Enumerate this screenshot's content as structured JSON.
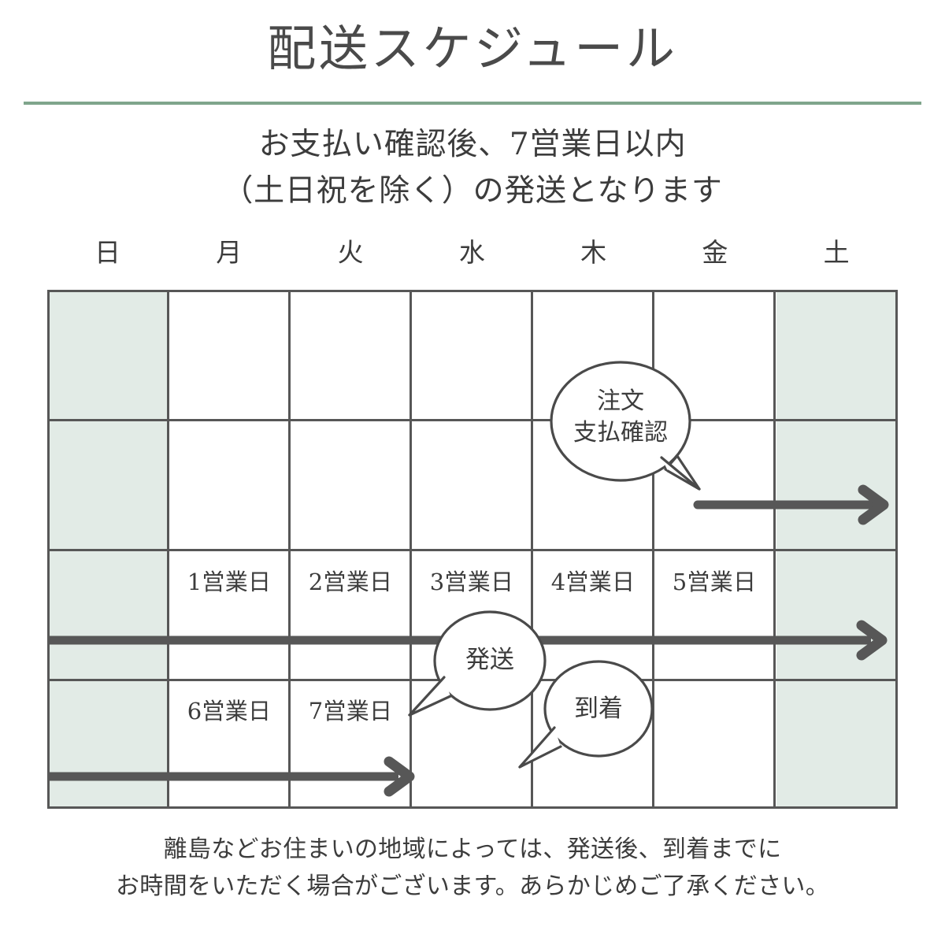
{
  "header": {
    "title": "配送スケジュール",
    "subtitle_lines": [
      "お支払い確認後、7営業日以内",
      "（土日祝を除く）の発送となります"
    ],
    "rule_color": "#7fa58c"
  },
  "calendar": {
    "weekdays": [
      {
        "label": "日",
        "type": "weekend"
      },
      {
        "label": "月",
        "type": "weekday"
      },
      {
        "label": "火",
        "type": "weekday"
      },
      {
        "label": "水",
        "type": "weekday"
      },
      {
        "label": "木",
        "type": "weekday"
      },
      {
        "label": "金",
        "type": "weekday"
      },
      {
        "label": "土",
        "type": "weekend"
      }
    ],
    "weekend_fill": "#e2ebe6",
    "weekday_fill": "#ffffff",
    "grid_line_color": "#575757",
    "rows": 4,
    "day_labels": [
      {
        "text": "1営業日",
        "column": "月",
        "row": 3
      },
      {
        "text": "2営業日",
        "column": "火",
        "row": 3
      },
      {
        "text": "3営業日",
        "column": "水",
        "row": 3
      },
      {
        "text": "4営業日",
        "column": "木",
        "row": 3
      },
      {
        "text": "5営業日",
        "column": "金",
        "row": 3
      },
      {
        "text": "6営業日",
        "column": "月",
        "row": 4
      },
      {
        "text": "7営業日",
        "column": "火",
        "row": 4
      }
    ],
    "bubbles": [
      {
        "id": "order-payment",
        "lines": [
          "注文",
          "支払確認"
        ],
        "column": "木",
        "tail_direction": "down-right"
      },
      {
        "id": "shipped",
        "lines": [
          "発送"
        ],
        "column": "水",
        "tail_direction": "down-left"
      },
      {
        "id": "arrival",
        "lines": [
          "到着"
        ],
        "column": "木",
        "tail_direction": "down-left"
      }
    ],
    "arrows": [
      {
        "id": "week1-arrow",
        "from_column": "金",
        "to_column": "土",
        "row": 2
      },
      {
        "id": "week2-arrow",
        "from_column": "日",
        "to_column": "土",
        "row": 3
      },
      {
        "id": "week3-arrow",
        "from_column": "日",
        "to_column": "火",
        "row": 4
      }
    ],
    "arrow_color": "#575757"
  },
  "footer": {
    "lines": [
      "離島などお住まいの地域によっては、発送後、到着までに",
      "お時間をいただく場合がございます。あらかじめご了承ください。"
    ]
  }
}
